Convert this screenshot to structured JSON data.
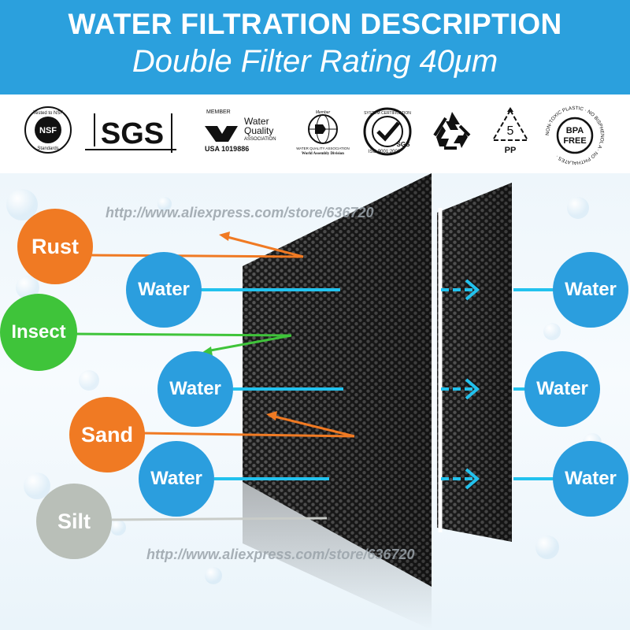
{
  "header": {
    "title": "WATER FILTRATION DESCRIPTION",
    "subtitle": "Double Filter Rating 40μm"
  },
  "certifications": {
    "nsf": {
      "top": "Tested to NSF",
      "mid": "NSF",
      "bottom": "Standards"
    },
    "sgs": {
      "label": "SGS"
    },
    "wqa": {
      "member": "MEMBER",
      "line1": "Water",
      "line2": "Quality",
      "line3": "ASSOCIATION",
      "number": "USA 1019886"
    },
    "wqa_world": {
      "member": "Member",
      "line1": "WATER QUALITY ASSOCIATION",
      "line2": "World Assembly Division"
    },
    "iso": {
      "top": "SYSTEM CERTIFICATION",
      "bottom": "ISO 9001:2000",
      "sgs": "SGS"
    },
    "pp": {
      "number": "5",
      "label": "PP"
    },
    "bpa": {
      "center": "BPA FREE",
      "ring": "NON-TOXIC PLASTIC · NO BISPHENOL A · NO PHTHALATES ·"
    }
  },
  "watermarks": {
    "top": "http://www.aliexpress.com/store/636720",
    "bottom": "http://www.aliexpress.com/store/636720"
  },
  "impurities": {
    "rust": "Rust",
    "insect": "Insect",
    "sand": "Sand",
    "silt": "Silt"
  },
  "water_in": [
    "Water",
    "Water",
    "Water"
  ],
  "water_out": [
    "Water",
    "Water",
    "Water"
  ],
  "colors": {
    "header_bg": "#2ba0dd",
    "orange": "#f07a23",
    "green": "#3fc43a",
    "blue": "#2b9ede",
    "grey": "#b9bfb8",
    "cyan_line": "#22c2ee",
    "filter_mesh": "#2e2e2e"
  }
}
